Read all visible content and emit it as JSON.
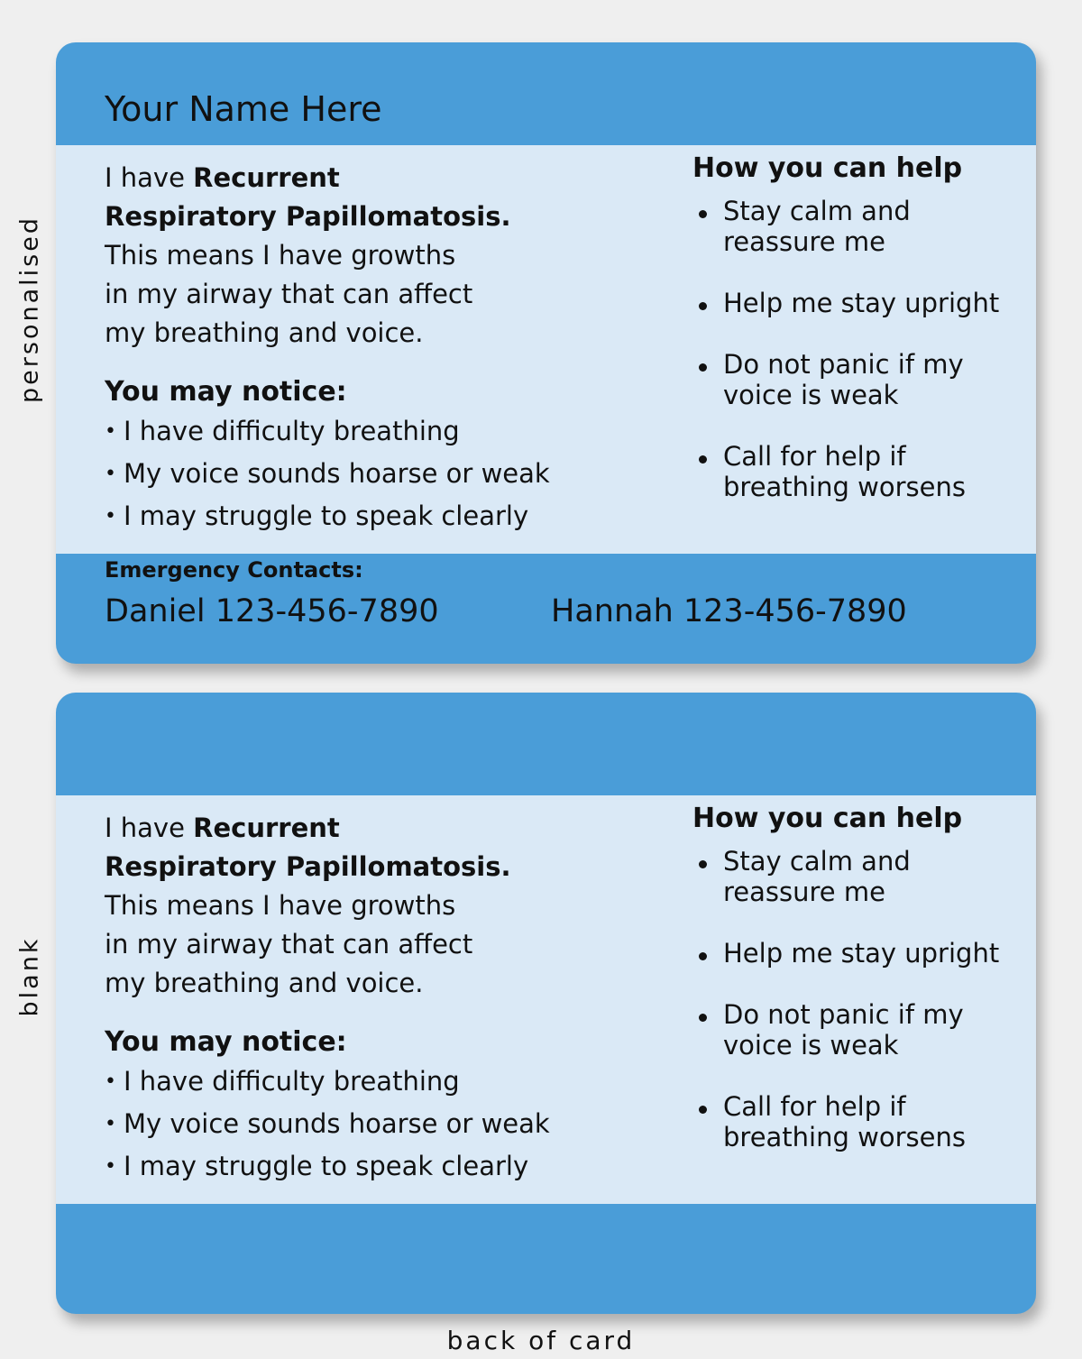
{
  "labels": {
    "personalised": "personalised",
    "blank": "blank",
    "footer": "back of card"
  },
  "colors": {
    "band": "#4a9dd8",
    "body": "#dae9f6",
    "background": "#efefef",
    "text": "#111111"
  },
  "card1": {
    "name": "Your Name Here",
    "intro_prefix": "I have ",
    "condition_line1": "Recurrent",
    "condition_line2": "Respiratory Papillomatosis.",
    "desc_line1": "This means I have growths",
    "desc_line2": "in my airway that can affect",
    "desc_line3": "my breathing and voice.",
    "notice_title": "You may notice:",
    "notice_items": [
      "I have difficulty breathing",
      "My voice sounds hoarse or weak",
      "I may struggle to speak clearly"
    ],
    "help_title": "How you can help",
    "help_items": [
      "Stay calm and reassure me",
      "Help me stay upright",
      "Do not panic if my voice is weak",
      "Call for help if breathing worsens"
    ],
    "emergency_title": "Emergency Contacts:",
    "contacts": [
      "Daniel 123-456-7890",
      "Hannah 123-456-7890"
    ]
  },
  "card2": {
    "intro_prefix": "I have ",
    "condition_line1": "Recurrent",
    "condition_line2": "Respiratory Papillomatosis.",
    "desc_line1": "This means I have growths",
    "desc_line2": "in my airway that can affect",
    "desc_line3": "my breathing and voice.",
    "notice_title": "You may notice:",
    "notice_items": [
      "I have difficulty breathing",
      "My voice sounds hoarse or weak",
      "I may struggle to speak clearly"
    ],
    "help_title": "How you can help",
    "help_items": [
      "Stay calm and reassure me",
      "Help me stay upright",
      "Do not panic if my voice is weak",
      "Call for help if breathing worsens"
    ]
  }
}
